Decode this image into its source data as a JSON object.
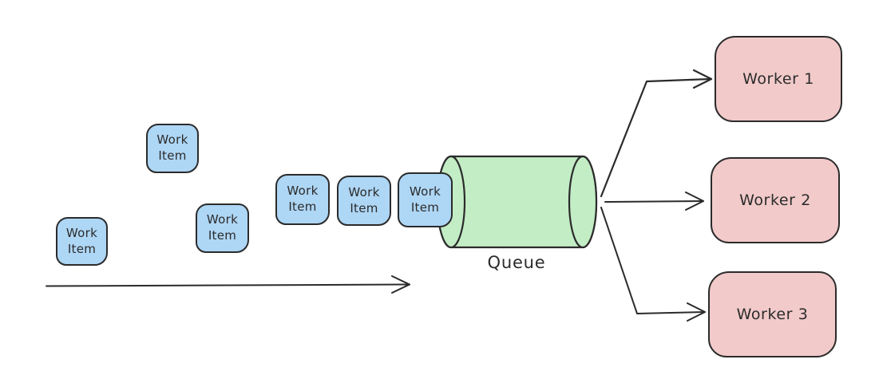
{
  "diagram": {
    "work_item_label": {
      "line1": "Work",
      "line2": "Item"
    },
    "queue": {
      "label": "Queue"
    },
    "workers": [
      {
        "label": "Worker 1"
      },
      {
        "label": "Worker 2"
      },
      {
        "label": "Worker 3"
      }
    ],
    "colors": {
      "background": "#ffffff",
      "stroke": "#2b2b2b",
      "work_item_fill": "#aed6f5",
      "queue_fill": "#c3edc5",
      "worker_fill": "#f2caca"
    }
  }
}
